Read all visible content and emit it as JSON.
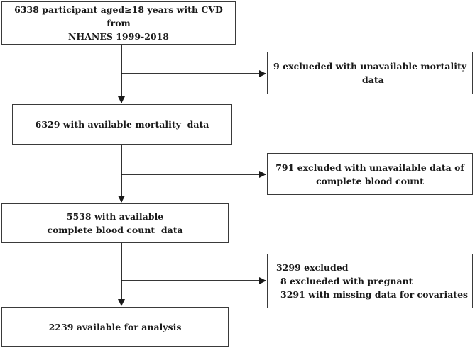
{
  "boxes": {
    "start": {
      "line1": "6338 participant aged≥18 years with CVD from",
      "line2": "NHANES 1999-2018"
    },
    "mortality": {
      "pre": "6329 with available ",
      "bold": "mortality",
      "post": "  data"
    },
    "cbc": {
      "line1": "5538 with available",
      "line2": "complete blood count  data"
    },
    "final": {
      "text": "2239 available for analysis"
    }
  },
  "exclusions": {
    "ex1": {
      "pre": "9 exclueded with unavailable ",
      "bold": "mortality",
      "post": "  data"
    },
    "ex2": {
      "line1": "791 excluded with unavailable data of",
      "line2": "complete blood count"
    },
    "ex3": {
      "line1": "3299 excluded",
      "line2": "8 exclueded with pregnant",
      "line3": "3291 with missing data for covariates"
    }
  }
}
